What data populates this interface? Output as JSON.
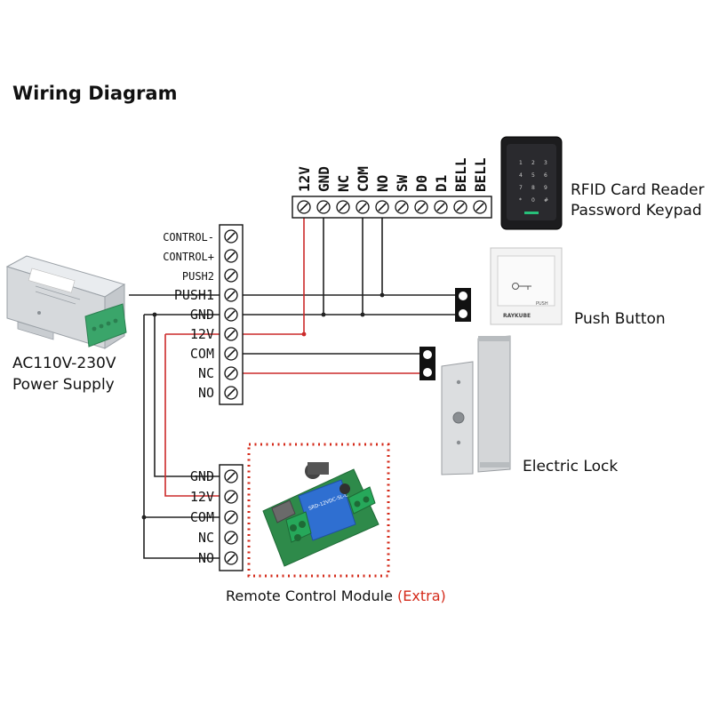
{
  "title": "Wiring Diagram",
  "main_block": {
    "terminals": [
      "CONTROL-",
      "CONTROL+",
      "PUSH2",
      "PUSH1",
      "GND",
      "12V",
      "COM",
      "NC",
      "NO"
    ]
  },
  "rfid_block": {
    "terminals": [
      "12V",
      "GND",
      "NC",
      "COM",
      "NO",
      "SW",
      "D0",
      "D1",
      "BELL",
      "BELL"
    ]
  },
  "remote_block": {
    "terminals": [
      "GND",
      "12V",
      "COM",
      "NC",
      "NO"
    ]
  },
  "devices": {
    "power_supply": {
      "line1": "AC110V-230V",
      "line2": "Power Supply"
    },
    "rfid": {
      "line1": "RFID Card Reader",
      "line2": "Password Keypad"
    },
    "push_button": {
      "label": "Push Button",
      "brand": "RAYKUBE",
      "key_text": "PUSH"
    },
    "electric_lock": {
      "label": "Electric Lock"
    },
    "remote": {
      "label": "Remote Control Module",
      "extra": "(Extra)"
    }
  },
  "colors": {
    "wire_black": "#222222",
    "wire_red": "#cc2a2a",
    "dotted_border": "#d42a1a"
  }
}
